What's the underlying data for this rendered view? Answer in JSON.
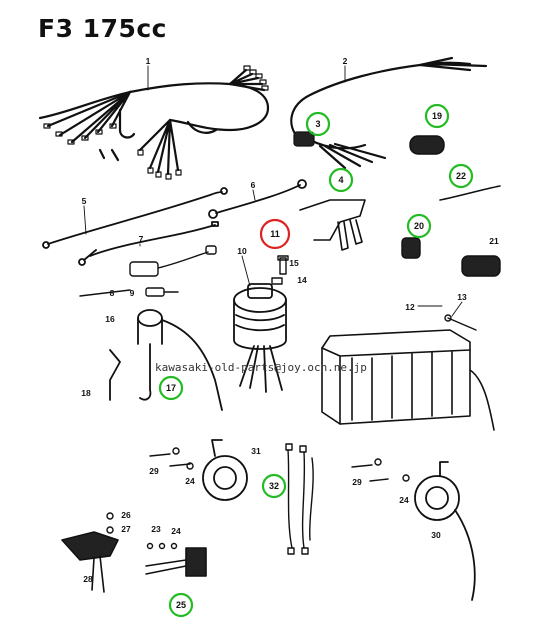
{
  "title": "F3 175cc",
  "watermark": "kawasaki-old-parts@joy.ocn.ne.jp",
  "colors": {
    "highlight_green": "#22bb22",
    "highlight_red": "#dd2222",
    "ink": "#111111"
  },
  "callouts": [
    {
      "id": "1",
      "label": "1",
      "circle": "none"
    },
    {
      "id": "2",
      "label": "2",
      "circle": "none"
    },
    {
      "id": "3",
      "label": "3",
      "circle": "green"
    },
    {
      "id": "4",
      "label": "4",
      "circle": "green"
    },
    {
      "id": "5",
      "label": "5",
      "circle": "none"
    },
    {
      "id": "6",
      "label": "6",
      "circle": "none"
    },
    {
      "id": "7",
      "label": "7",
      "circle": "none"
    },
    {
      "id": "8",
      "label": "8",
      "circle": "none"
    },
    {
      "id": "9",
      "label": "9",
      "circle": "none"
    },
    {
      "id": "10",
      "label": "10",
      "circle": "none"
    },
    {
      "id": "11",
      "label": "11",
      "circle": "red"
    },
    {
      "id": "12",
      "label": "12",
      "circle": "none"
    },
    {
      "id": "13",
      "label": "13",
      "circle": "none"
    },
    {
      "id": "14",
      "label": "14",
      "circle": "none"
    },
    {
      "id": "15",
      "label": "15",
      "circle": "none"
    },
    {
      "id": "16",
      "label": "16",
      "circle": "none"
    },
    {
      "id": "17",
      "label": "17",
      "circle": "green"
    },
    {
      "id": "18",
      "label": "18",
      "circle": "none"
    },
    {
      "id": "19",
      "label": "19",
      "circle": "green"
    },
    {
      "id": "20",
      "label": "20",
      "circle": "green"
    },
    {
      "id": "21",
      "label": "21",
      "circle": "none"
    },
    {
      "id": "22",
      "label": "22",
      "circle": "green"
    },
    {
      "id": "23",
      "label": "23",
      "circle": "none"
    },
    {
      "id": "24a",
      "label": "24",
      "circle": "none"
    },
    {
      "id": "24b",
      "label": "24",
      "circle": "none"
    },
    {
      "id": "24c",
      "label": "24",
      "circle": "none"
    },
    {
      "id": "25",
      "label": "25",
      "circle": "green"
    },
    {
      "id": "26",
      "label": "26",
      "circle": "none"
    },
    {
      "id": "27",
      "label": "27",
      "circle": "none"
    },
    {
      "id": "28",
      "label": "28",
      "circle": "none"
    },
    {
      "id": "29a",
      "label": "29",
      "circle": "none"
    },
    {
      "id": "29b",
      "label": "29",
      "circle": "none"
    },
    {
      "id": "30",
      "label": "30",
      "circle": "none"
    },
    {
      "id": "31",
      "label": "31",
      "circle": "none"
    },
    {
      "id": "32",
      "label": "32",
      "circle": "green"
    }
  ]
}
